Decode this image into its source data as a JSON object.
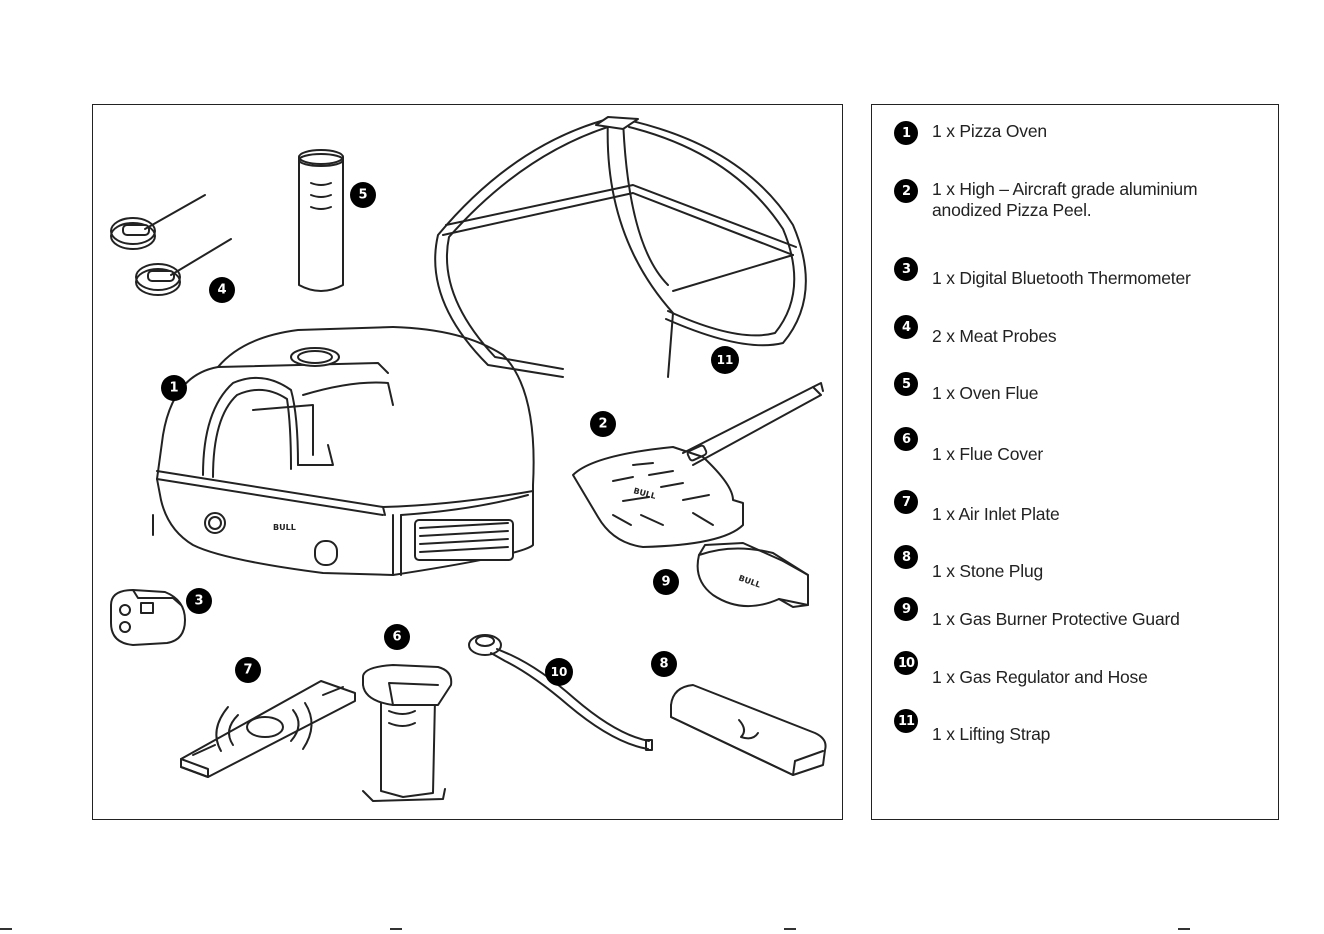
{
  "parts_list": [
    {
      "number": "1",
      "text": " 1 x Pizza Oven"
    },
    {
      "number": "2",
      "text": "1 x High – Aircraft grade aluminium\nanodized Pizza Peel."
    },
    {
      "number": "3",
      "text": "1 x Digital Bluetooth Thermometer"
    },
    {
      "number": "4",
      "text": "2 x Meat Probes"
    },
    {
      "number": "5",
      "text": "1 x Oven Flue"
    },
    {
      "number": "6",
      "text": " 1 x Flue Cover"
    },
    {
      "number": "7",
      "text": "1 x Air Inlet Plate"
    },
    {
      "number": "8",
      "text": "1 x Stone Plug"
    },
    {
      "number": "9",
      "text": "1 x Gas Burner Protective Guard"
    },
    {
      "number": "10",
      "text": "1 x Gas Regulator and Hose"
    },
    {
      "number": "11",
      "text": "1 x Lifting Strap"
    }
  ],
  "diagram_labels": {
    "oven": "1",
    "peel": "2",
    "thermometer": "3",
    "probes": "4",
    "flue": "5",
    "flue_cover": "6",
    "air_plate": "7",
    "stone_plug": "8",
    "guard": "9",
    "regulator": "10",
    "strap": "11"
  },
  "brand_marks": {
    "logo": "BULL"
  }
}
